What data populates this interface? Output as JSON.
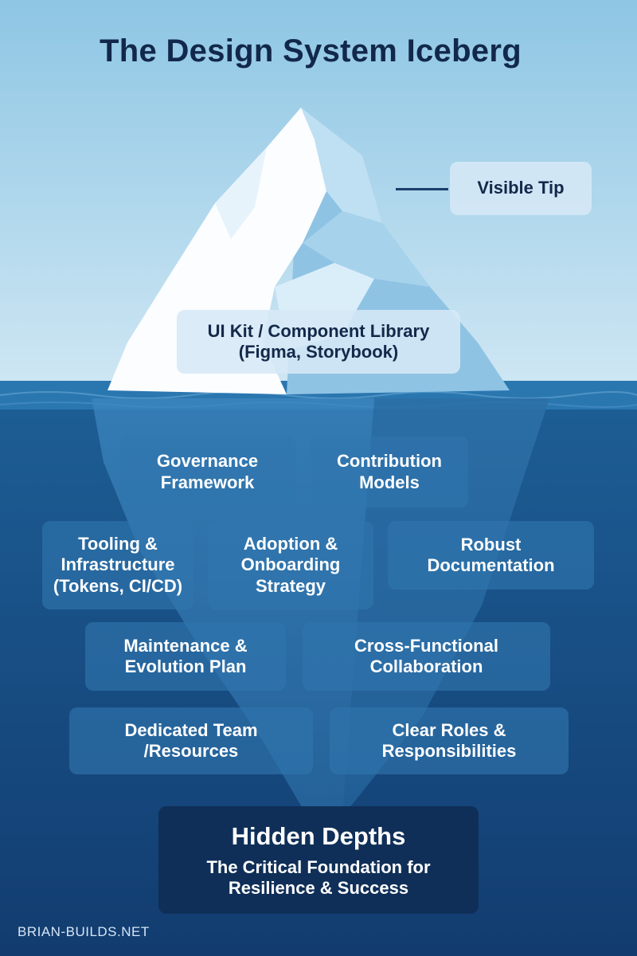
{
  "title": "The Design System Iceberg",
  "visible_tip": "Visible Tip",
  "ui_kit": "UI Kit / Component Library\n(Figma, Storybook)",
  "depth_items": {
    "governance": "Governance\nFramework",
    "contribution": "Contribution\nModels",
    "tooling": "Tooling &\nInfrastructure\n(Tokens, CI/CD)",
    "adoption": "Adoption &\nOnboarding\nStrategy",
    "documentation": "Robust\nDocumentation",
    "maintenance": "Maintenance &\nEvolution Plan",
    "collaboration": "Cross-Functional\nCollaboration",
    "team": "Dedicated Team\n/Resources",
    "roles": "Clear Roles &\nResponsibilities"
  },
  "hidden_depths": {
    "heading": "Hidden Depths",
    "subheading": "The Critical Foundation for\nResilience & Success"
  },
  "footer": "BRIAN-BUILDS.NET",
  "colors": {
    "sky_top": "#8ec6e4",
    "sky_bottom": "#cde6f3",
    "water_top": "#1d5f96",
    "water_bottom": "#123c70",
    "foundation": "#0f2f58",
    "title": "#12284a"
  }
}
